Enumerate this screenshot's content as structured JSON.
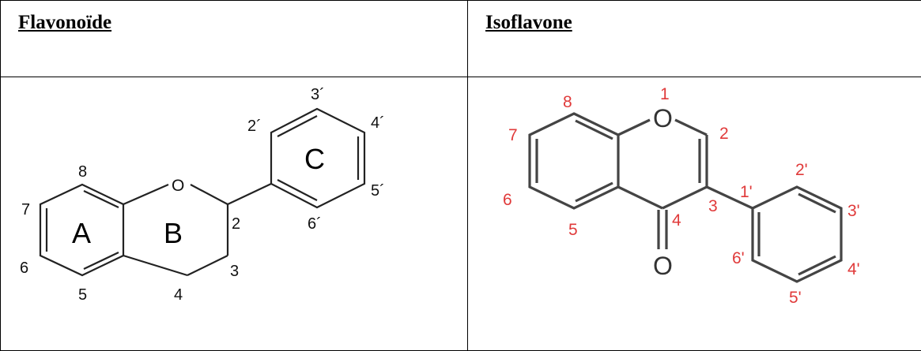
{
  "columns": [
    {
      "title": "Flavonoïde"
    },
    {
      "title": "Isoflavone"
    }
  ],
  "flavonoid": {
    "atom_O": "O",
    "ring_labels": {
      "A": "A",
      "B": "B",
      "C": "C"
    },
    "numbers": {
      "n8": "8",
      "n7": "7",
      "n6": "6",
      "n5": "5",
      "n4": "4",
      "n3": "3",
      "n2": "2",
      "n2p": "2´",
      "n3p": "3´",
      "n4p": "4´",
      "n5p": "5´",
      "n6p": "6´"
    },
    "colors": {
      "bond": "#222222",
      "label": "#111111"
    }
  },
  "isoflavone": {
    "atom_O_ring": "O",
    "atom_O_carbonyl": "O",
    "numbers": {
      "n1": "1",
      "n2": "2",
      "n3": "3",
      "n4": "4",
      "n5": "5",
      "n6": "6",
      "n7": "7",
      "n8": "8",
      "n1p": "1'",
      "n2p": "2'",
      "n3p": "3'",
      "n4p": "4'",
      "n5p": "5'",
      "n6p": "6'"
    },
    "colors": {
      "bond": "#444444",
      "label": "#e03a3a"
    }
  }
}
